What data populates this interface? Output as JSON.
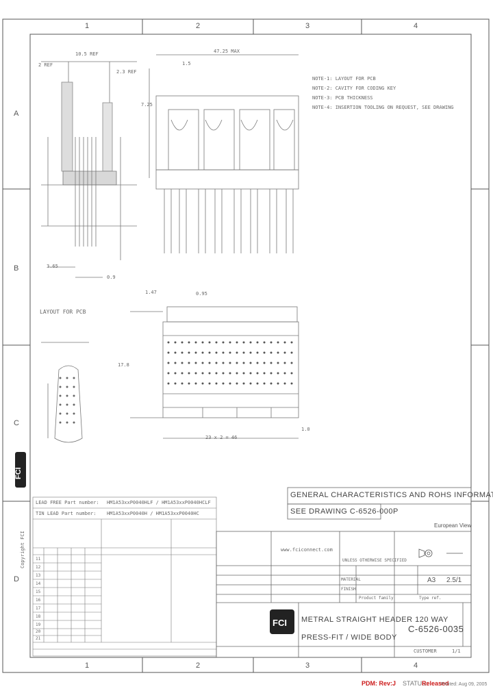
{
  "zones": {
    "top": [
      "1",
      "2",
      "3",
      "4"
    ],
    "bottom": [
      "1",
      "2",
      "3",
      "4"
    ],
    "side": [
      "A",
      "B",
      "C",
      "D"
    ]
  },
  "dims": {
    "ref_2": "2 REF",
    "ref_10_5": "10.5 REF",
    "ref_2_3": "2.3 REF",
    "max_47_25": "47.25 MAX",
    "d_1_5": "1.5",
    "d_3_65": "3.65",
    "d_0_9": "0.9",
    "d_1_47": "1.47",
    "d_0_95": "0.95",
    "d_23x2": "23 x 2 = 46",
    "d_1_0": "1.0",
    "d_17_8": "17.8",
    "d_7_25": "7.25"
  },
  "layout_label": "LAYOUT FOR PCB",
  "notes": [
    "NOTE-1: LAYOUT FOR PCB",
    "NOTE-2: CAVITY FOR CODING KEY",
    "NOTE-3: PCB THICKNESS",
    "NOTE-4: INSERTION TOOLING ON REQUEST, SEE DRAWING"
  ],
  "general": {
    "line1": "GENERAL CHARACTERISTICS AND ROHS INFORMATIONS:",
    "line2": "SEE DRAWING C-6526-000P"
  },
  "part_table": {
    "title_lf": "LEAD FREE Part number:",
    "pn_lf": "HM1A53xxP0040HLF / HM1A53xxP0040HCLF",
    "title_tin": "TIN LEAD Part number:",
    "pn_tin": "HM1A53xxP0040H / HM1A53xxP0040HC",
    "rows": [
      "11",
      "12",
      "13",
      "14",
      "15",
      "16",
      "17",
      "18",
      "19",
      "20",
      "21"
    ]
  },
  "title_block": {
    "projection": "European View",
    "website": "www.fciconnect.com",
    "tolerance": "UNLESS OTHERWISE SPECIFIED",
    "material": "MATERIAL",
    "finish": "FINISH",
    "product_family": "Product family",
    "type_ref": "Type ref.",
    "size": "A3",
    "scale": "2.5/1",
    "title_line1": "METRAL STRAIGHT HEADER 120 WAY",
    "title_line2": "PRESS-FIT / WIDE BODY",
    "drawing_number": "C-6526-0035",
    "sheet": "1/1",
    "customer": "CUSTOMER",
    "copyright": "Copyright FCI"
  },
  "footer": {
    "pdm": "PDM: Rev:J",
    "status_label": "STATUS:",
    "status_value": "Released",
    "printed_label": "Printed: Aug 09, 2005"
  },
  "colors": {
    "frame": "#555555",
    "line": "#777777",
    "red": "#cc1a1a"
  }
}
